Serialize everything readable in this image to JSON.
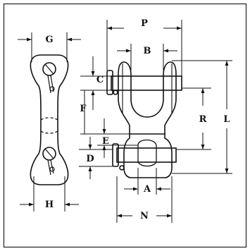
{
  "diagram": {
    "dimension_labels": {
      "G": "G",
      "H": "H",
      "P": "P",
      "B": "B",
      "C": "C",
      "F": "F",
      "R": "R",
      "L": "L",
      "E": "E",
      "D": "D",
      "A": "A",
      "N": "N"
    }
  }
}
